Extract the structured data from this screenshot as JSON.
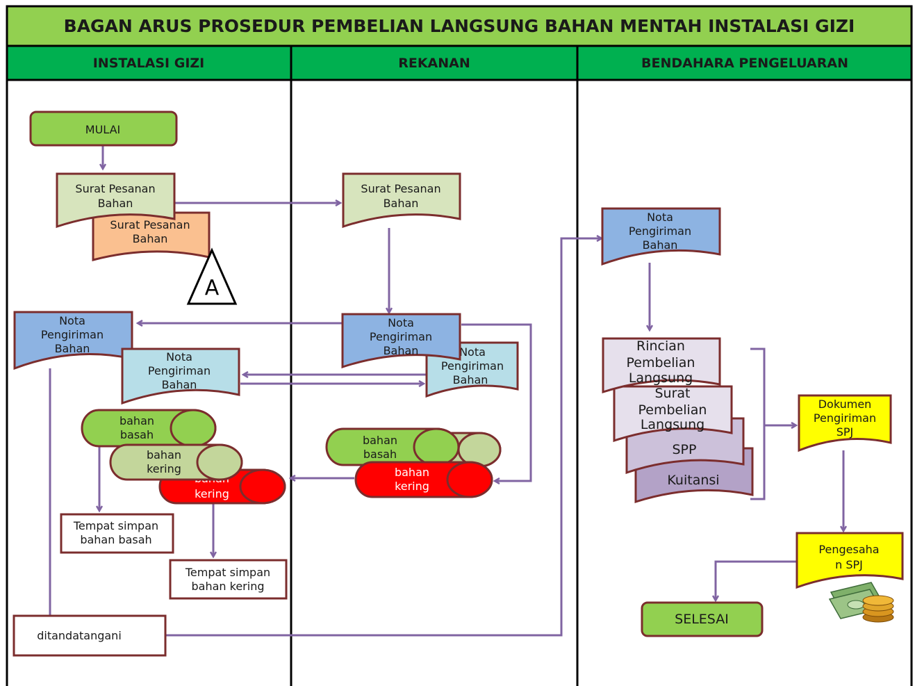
{
  "title": "BAGAN ARUS PROSEDUR PEMBELIAN LANGSUNG BAHAN MENTAH INSTALASI GIZI",
  "lanes": [
    "INSTALASI GIZI",
    "REKANAN",
    "BENDAHARA PENGELUARAN"
  ],
  "colors": {
    "header_green": "#92d050",
    "lane_green": "#00b050",
    "border": "#000000",
    "node_border": "#7b2d2d",
    "arrow": "#8064a2"
  },
  "nodes": {
    "mulai": "MULAI",
    "sp_bahan_1a": "Surat Pesanan",
    "sp_bahan_1b": "Bahan",
    "sp_bahan_copy_a": "Surat Pesanan",
    "sp_bahan_copy_b": "Bahan",
    "offpage_a": "A",
    "sp_bahan_rek_a": "Surat Pesanan",
    "sp_bahan_rek_b": "Bahan",
    "nota_ig_a": "Nota",
    "nota_ig_b": "Pengiriman",
    "nota_ig_c": "Bahan",
    "nota_ig2_a": "Nota",
    "nota_ig2_b": "Pengiriman",
    "nota_ig2_c": "Bahan",
    "nota_rek_a": "Nota",
    "nota_rek_b": "Pengiriman",
    "nota_rek_c": "Bahan",
    "nota_rek2_a": "Nota",
    "nota_rek2_b": "Pengiriman",
    "nota_rek2_c": "Bahan",
    "basah_ig_a": "bahan",
    "basah_ig_b": "basah",
    "kering_ig_a": "bahan",
    "kering_ig_b": "kering",
    "kering_ig2_a": "bahan",
    "kering_ig2_b": "kering",
    "basah_rek_a": "bahan",
    "basah_rek_b": "basah",
    "kering_rek_a": "bahan",
    "kering_rek_b": "kering",
    "simpan_basah_a": "Tempat simpan",
    "simpan_basah_b": "bahan basah",
    "simpan_kering_a": "Tempat simpan",
    "simpan_kering_b": "bahan kering",
    "ditandatangani": "ditandatangani",
    "nota_bp_a": "Nota",
    "nota_bp_b": "Pengiriman",
    "nota_bp_c": "Bahan",
    "rincian_a": "Rincian",
    "rincian_b": "Pembelian",
    "rincian_c": "Langsung",
    "surat_pl_a": "Surat",
    "surat_pl_b": "Pembelian",
    "surat_pl_c": "Langsung",
    "spp": "SPP",
    "kuitansi": "Kuitansi",
    "dok_spj_a": "Dokumen",
    "dok_spj_b": "Pengiriman",
    "dok_spj_c": "SPJ",
    "pengesahan_a": "Pengesaha",
    "pengesahan_b": "n SPJ",
    "selesai": "SELESAI"
  }
}
